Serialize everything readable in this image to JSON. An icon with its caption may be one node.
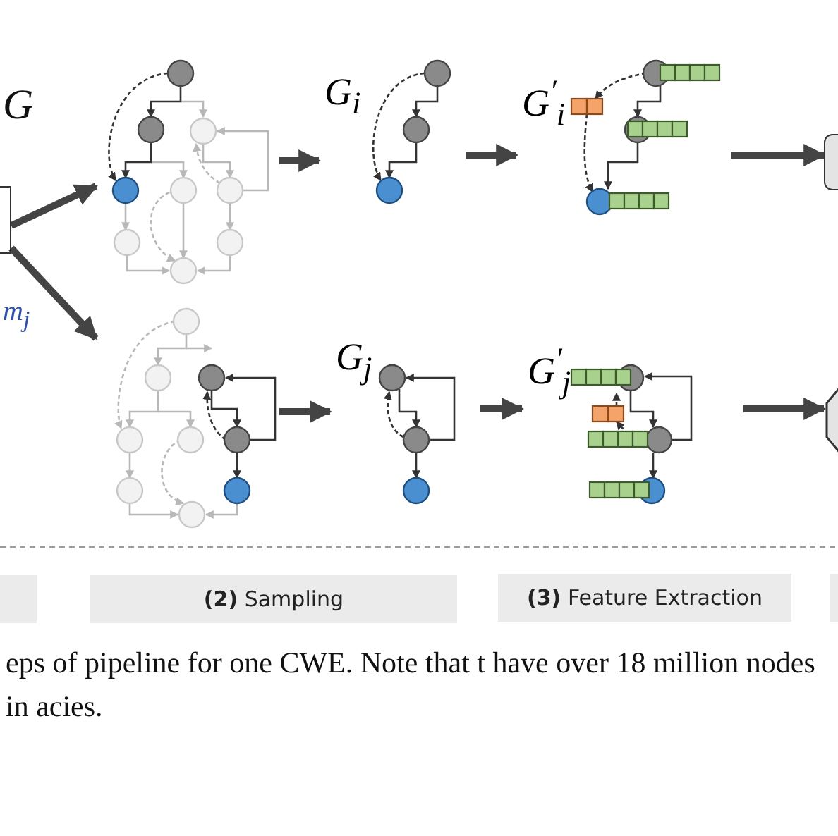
{
  "diagram": {
    "caption": "eps of pipeline for one CWE. Note that t have over 18 million nodes in acies.",
    "nodes": [
      {
        "text": [],
        "shape": "box"
      },
      {
        "text": [],
        "shape": "picture"
      },
      {
        "text": [],
        "shape": "picture"
      },
      {
        "text": [
          "G$_{i}$"
        ]
      },
      {
        "text": [
          "G$^{′}$$_{i}$"
        ]
      },
      {
        "text": [],
        "shape": "box"
      },
      {
        "text": [
          "G$_{j}$"
        ]
      },
      {
        "text": [
          "G$^{′}$$_{j}$"
        ]
      },
      {
        "text": [],
        "shape": "hexagon"
      },
      {
        "text": [],
        "shape": "bar"
      },
      {
        "text": [
          "**(2)** Sampling"
        ]
      },
      {
        "text": [
          "**(3)** Feature Extraction"
        ]
      },
      {
        "text": [],
        "shape": "bar"
      }
    ],
    "edges": [
      {
        "from": 0,
        "to": 1,
        "arrow": "to"
      },
      {
        "from": 0,
        "to": 2,
        "arrow": "to"
      },
      {
        "from": 1,
        "to": 3,
        "arrow": "to"
      },
      {
        "from": 3,
        "to": 4,
        "arrow": "to"
      },
      {
        "from": 4,
        "to": 5,
        "arrow": "to"
      },
      {
        "from": 2,
        "to": 6,
        "arrow": "to"
      },
      {
        "from": 6,
        "to": 7,
        "arrow": "to"
      },
      {
        "from": 7,
        "to": 8,
        "arrow": "to"
      }
    ],
    "labels": [
      "G",
      "m$_{j}$"
    ]
  }
}
